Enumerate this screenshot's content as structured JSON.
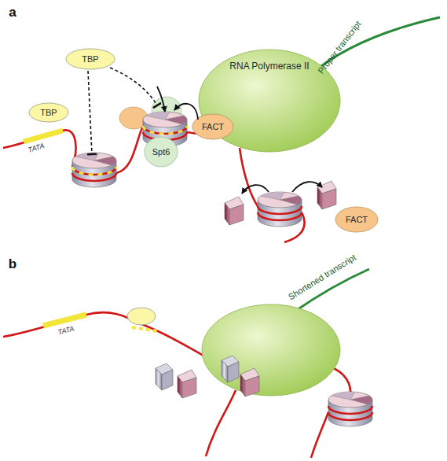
{
  "diagram": {
    "nodes": [
      {
        "text": [
          "TBP"
        ]
      },
      {
        "text": [
          "TBP"
        ]
      },
      {
        "text": [
          "FACT"
        ]
      },
      {
        "text": [
          "Spt6"
        ]
      },
      {
        "text": [
          "RNA Polymerase II"
        ]
      },
      {
        "text": [
          "FACT"
        ]
      }
    ],
    "labels": [
      "a",
      "Proper transcript",
      "TATA",
      "b",
      "Shortened transcript",
      "TATA"
    ]
  }
}
